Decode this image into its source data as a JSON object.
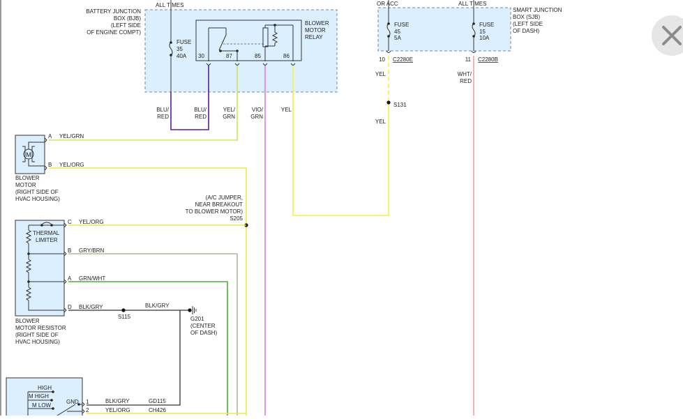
{
  "colors": {
    "box_fill": "#dcefff",
    "box_border": "#6b8aa0",
    "wire_blu_red": "#5b1a9e",
    "wire_yel_grn": "#d6e25a",
    "wire_vio_grn": "#d67fe6",
    "wire_yel": "#f4f04a",
    "wire_yel_org": "#f2e64a",
    "wire_gry_brn": "#b9b4a2",
    "wire_grn_wht": "#4caf3a",
    "wire_blk_gry": "#333333",
    "wire_wht_red": "#f0a2a2"
  },
  "bjb": {
    "label": [
      "BATTERY JUNCTION",
      "BOX (BJB)",
      "(LEFT SIDE",
      "OF ENGINE COMPT)"
    ],
    "power": "ALL TIMES",
    "fuse": [
      "FUSE",
      "35",
      "40A"
    ],
    "relay_label": [
      "BLOWER",
      "MOTOR",
      "RELAY"
    ],
    "pins": [
      "30",
      "87",
      "85",
      "86"
    ]
  },
  "sjb": {
    "label": [
      "SMART JUNCTION",
      "BOX (SJB)",
      "(LEFT SIDE",
      "OF DASH)"
    ],
    "power_left": "OR ACC",
    "power_right": "ALL TIMES",
    "fuse_left": [
      "FUSE",
      "45",
      "5A"
    ],
    "fuse_right": [
      "FUSE",
      "15",
      "10A"
    ],
    "conn_left_pin": "10",
    "conn_left": "C2280E",
    "conn_right_pin": "11",
    "conn_right": "C2280B"
  },
  "wires": {
    "blu_red_1": [
      "BLU/",
      "RED"
    ],
    "blu_red_2": [
      "BLU/",
      "RED"
    ],
    "yel_grn": [
      "YEL/",
      "GRN"
    ],
    "vio_grn": [
      "VIO/",
      "GRN"
    ],
    "yel": "YEL",
    "yel_sjb_top": "YEL",
    "yel_sjb_bottom": "YEL",
    "wht_red": [
      "WHT/",
      "RED"
    ],
    "motor_a": "YEL/GRN",
    "motor_b": "YEL/ORG",
    "res_c": "YEL/ORG",
    "res_b": "GRY/BRN",
    "res_a": "GRN/WHT",
    "res_d": "BLK/GRY",
    "s115_out": "BLK/GRY",
    "sw_1": "BLK/GRY",
    "sw_2": "YEL/ORG",
    "sw_1_circuit": "GD115",
    "sw_2_circuit": "CH426"
  },
  "splices": {
    "s131": "S131",
    "s205": "S205",
    "s205_note": [
      "(A/C JUMPER,",
      "NEAR BREAKOUT",
      "TO BLOWER MOTOR)"
    ],
    "s115": "S115"
  },
  "ground": {
    "label": [
      "G201",
      "(CENTER",
      "OF DASH)"
    ]
  },
  "blower_motor": {
    "symbol": "M",
    "pin_a": "A",
    "pin_b": "B",
    "label": [
      "BLOWER",
      "MOTOR",
      "(RIGHT SIDE OF",
      "HVAC HOUSING)"
    ]
  },
  "resistor": {
    "thermal": [
      "THERMAL",
      "LIMITER"
    ],
    "pins": [
      "C",
      "B",
      "A",
      "D"
    ],
    "label": [
      "BLOWER",
      "MOTOR RESISTOR",
      "(RIGHT SIDE OF",
      "HVAC HOUSING)"
    ]
  },
  "switch": {
    "positions": [
      "HIGH",
      "M HIGH",
      "M LOW"
    ],
    "gnd": "GND",
    "pins": [
      "1",
      "2"
    ]
  },
  "close_button": {
    "icon": "close-x-icon"
  }
}
